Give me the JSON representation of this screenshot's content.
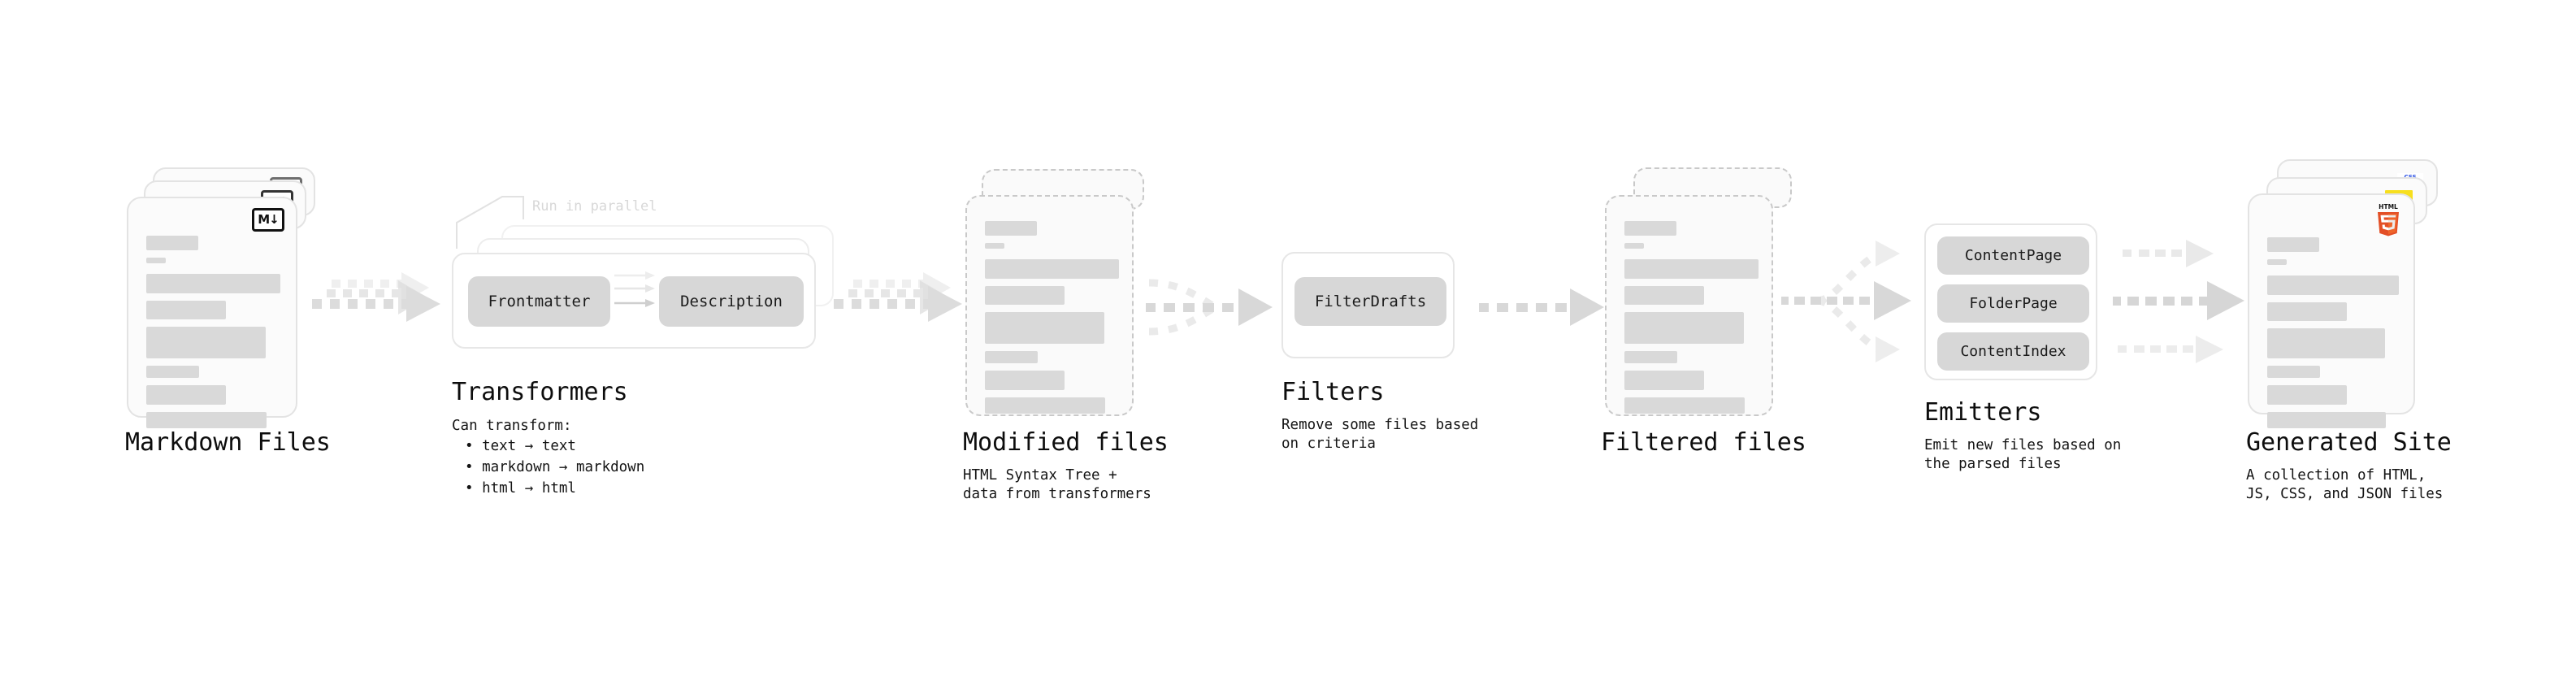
{
  "diagram": {
    "title_color": "#0d0d0d",
    "accent_gray": "#d9d9d9",
    "html5_color": "#e34f26",
    "js_color": "#f7df1e",
    "css_color": "#264de4"
  },
  "stages": {
    "markdown": {
      "title": "Markdown Files",
      "badge_label": "M",
      "badge_arrow": "↓",
      "badge_name": "markdown-badge"
    },
    "transformers": {
      "title": "Transformers",
      "parallel_label": "Run in parallel",
      "pill_left": "Frontmatter",
      "pill_right": "Description",
      "caption_head": "Can transform:",
      "bullets": [
        "• text → text",
        "• markdown → markdown",
        "• html → html"
      ]
    },
    "modified": {
      "title": "Modified files",
      "subtitle_line1": "HTML Syntax Tree +",
      "subtitle_line2": "data from transformers"
    },
    "filters": {
      "title": "Filters",
      "pill": "FilterDrafts",
      "subtitle_line1": "Remove some files based",
      "subtitle_line2": "on criteria"
    },
    "filtered": {
      "title": "Filtered files"
    },
    "emitters": {
      "title": "Emitters",
      "pills": [
        "ContentPage",
        "FolderPage",
        "ContentIndex"
      ],
      "subtitle_line1": "Emit new files based on",
      "subtitle_line2": "the parsed files"
    },
    "generated": {
      "title": "Generated Site",
      "subtitle_line1": "A collection of HTML,",
      "subtitle_line2": "JS, CSS, and JSON files",
      "badges": [
        "css-badge",
        "js-badge",
        "html5-badge"
      ],
      "css_badge_label": "CSS",
      "html5_badge_label": "HTML"
    }
  },
  "connectors": [
    {
      "name": "arrow-markdown-to-transformers",
      "type": "fan-parallel"
    },
    {
      "name": "arrow-transformers-to-modified",
      "type": "fan-parallel"
    },
    {
      "name": "arrow-modified-to-filters",
      "type": "converge"
    },
    {
      "name": "arrow-filters-to-filtered",
      "type": "single"
    },
    {
      "name": "arrow-filtered-to-emitters",
      "type": "diverge"
    },
    {
      "name": "arrow-emitters-to-generated",
      "type": "triple"
    }
  ]
}
